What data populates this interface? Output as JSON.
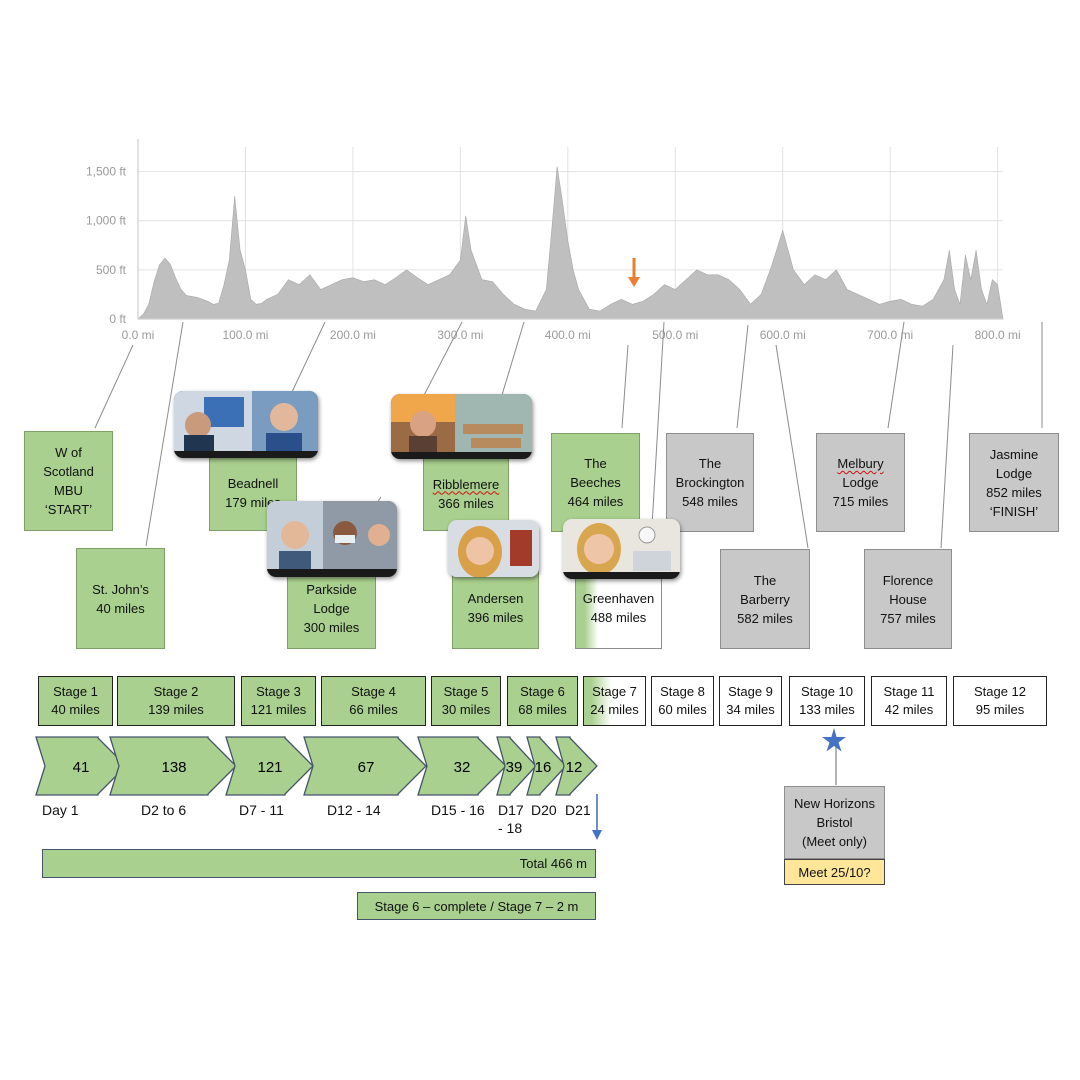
{
  "chart_data": {
    "type": "area",
    "title": "",
    "xlabel": "",
    "ylabel": "",
    "xlim": [
      0,
      805
    ],
    "ylim": [
      0,
      1750
    ],
    "x_ticks": [
      0,
      100,
      200,
      300,
      400,
      500,
      600,
      700,
      800
    ],
    "x_tick_labels": [
      "0.0 mi",
      "100.0 mi",
      "200.0 mi",
      "300.0 mi",
      "400.0 mi",
      "500.0 mi",
      "600.0 mi",
      "700.0 mi",
      "800.0 mi"
    ],
    "y_ticks": [
      0,
      500,
      1000,
      1500
    ],
    "y_tick_labels": [
      "0 ft",
      "500 ft",
      "1,000 ft",
      "1,500 ft"
    ],
    "grid": true,
    "fill_color": "#bfbfbf",
    "series": [
      {
        "x": [
          0,
          5,
          10,
          15,
          20,
          25,
          30,
          35,
          40,
          45,
          50,
          55,
          60,
          65,
          70,
          75,
          80,
          85,
          90,
          95,
          100,
          105,
          110,
          115,
          120,
          130,
          140,
          150,
          160,
          170,
          180,
          190,
          200,
          210,
          220,
          230,
          240,
          250,
          260,
          270,
          280,
          290,
          300,
          305,
          310,
          315,
          320,
          330,
          340,
          350,
          360,
          370,
          380,
          385,
          390,
          395,
          400,
          405,
          410,
          420,
          430,
          440,
          450,
          460,
          470,
          480,
          490,
          500,
          510,
          520,
          530,
          540,
          550,
          560,
          570,
          580,
          590,
          600,
          610,
          620,
          630,
          640,
          650,
          660,
          670,
          680,
          690,
          700,
          710,
          720,
          730,
          740,
          750,
          755,
          760,
          765,
          770,
          775,
          780,
          785,
          790,
          795,
          800,
          805
        ],
        "y": [
          0,
          50,
          150,
          380,
          550,
          620,
          560,
          420,
          300,
          240,
          230,
          220,
          200,
          180,
          150,
          160,
          350,
          600,
          1250,
          700,
          500,
          200,
          150,
          160,
          200,
          250,
          400,
          350,
          450,
          300,
          350,
          400,
          420,
          380,
          400,
          350,
          420,
          500,
          420,
          350,
          400,
          450,
          600,
          1050,
          700,
          550,
          400,
          380,
          250,
          150,
          100,
          80,
          300,
          900,
          1550,
          1200,
          800,
          500,
          300,
          100,
          80,
          150,
          200,
          150,
          180,
          250,
          350,
          300,
          400,
          500,
          450,
          450,
          400,
          300,
          150,
          250,
          550,
          900,
          500,
          350,
          450,
          400,
          500,
          300,
          250,
          200,
          150,
          180,
          200,
          150,
          130,
          200,
          400,
          700,
          300,
          150,
          650,
          400,
          700,
          300,
          150,
          400,
          350,
          0
        ]
      }
    ],
    "annotations": [
      "arrow-marker at ~463 mi"
    ]
  },
  "waypoints": [
    {
      "name_lines": [
        "W of",
        "Scotland",
        "MBU",
        "‘START’"
      ]
    },
    {
      "name_lines": [
        "St. John’s",
        "40 miles"
      ]
    },
    {
      "name_lines": [
        "Beadnell",
        "179 miles"
      ]
    },
    {
      "name_lines": [
        "Parkside",
        "Lodge",
        "300 miles"
      ]
    },
    {
      "name_lines": [
        "Ribblemere",
        "366 miles"
      ]
    },
    {
      "name_lines": [
        "Andersen",
        "396 miles"
      ]
    },
    {
      "name_lines": [
        "The",
        "Beeches",
        "464 miles"
      ]
    },
    {
      "name_lines": [
        "Greenhaven",
        "488 miles"
      ]
    },
    {
      "name_lines": [
        "The",
        "Brockington",
        "548 miles"
      ]
    },
    {
      "name_lines": [
        "The",
        "Barberry",
        "582 miles"
      ]
    },
    {
      "name_lines": [
        "Melbury",
        "Lodge",
        "715 miles"
      ]
    },
    {
      "name_lines": [
        "Florence",
        "House",
        "757 miles"
      ]
    },
    {
      "name_lines": [
        "Jasmine",
        "Lodge",
        "852 miles",
        "‘FINISH’"
      ]
    }
  ],
  "stages": [
    {
      "label": "Stage 1",
      "miles": "40 miles",
      "status": "complete"
    },
    {
      "label": "Stage 2",
      "miles": "139 miles",
      "status": "complete"
    },
    {
      "label": "Stage 3",
      "miles": "121 miles",
      "status": "complete"
    },
    {
      "label": "Stage 4",
      "miles": "66 miles",
      "status": "complete"
    },
    {
      "label": "Stage 5",
      "miles": "30 miles",
      "status": "complete"
    },
    {
      "label": "Stage 6",
      "miles": "68 miles",
      "status": "complete"
    },
    {
      "label": "Stage 7",
      "miles": "24 miles",
      "status": "in-progress"
    },
    {
      "label": "Stage 8",
      "miles": "60 miles",
      "status": "pending"
    },
    {
      "label": "Stage 9",
      "miles": "34 miles",
      "status": "pending"
    },
    {
      "label": "Stage 10",
      "miles": "133 miles",
      "status": "pending"
    },
    {
      "label": "Stage 11",
      "miles": "42 miles",
      "status": "pending"
    },
    {
      "label": "Stage 12",
      "miles": "95 miles",
      "status": "pending"
    }
  ],
  "progress_arrows": [
    {
      "value": "41",
      "day_lines": [
        "Day 1"
      ]
    },
    {
      "value": "138",
      "day_lines": [
        "D2 to 6"
      ]
    },
    {
      "value": "121",
      "day_lines": [
        "D7 - 11"
      ]
    },
    {
      "value": "67",
      "day_lines": [
        "D12 - 14"
      ]
    },
    {
      "value": "32",
      "day_lines": [
        "D15 - 16"
      ]
    },
    {
      "value": "39",
      "day_lines": [
        "D17",
        "- 18"
      ]
    },
    {
      "value": "16",
      "day_lines": [
        "D20"
      ]
    },
    {
      "value": "12",
      "day_lines": [
        "D21"
      ]
    }
  ],
  "total_bar": {
    "label": "Total 466 m"
  },
  "status_bar": {
    "label": "Stage 6 – complete / Stage 7 – 2 m"
  },
  "meeting": {
    "name_lines": [
      "New Horizons",
      "Bristol",
      "(Meet only)"
    ],
    "date_label": "Meet 25/10?"
  },
  "colors": {
    "complete": "#a9d08e",
    "pending_place": "#c8c8c8",
    "arrow_marker": "#ed7d31",
    "star": "#4472c4",
    "date_badge": "#ffe699"
  }
}
